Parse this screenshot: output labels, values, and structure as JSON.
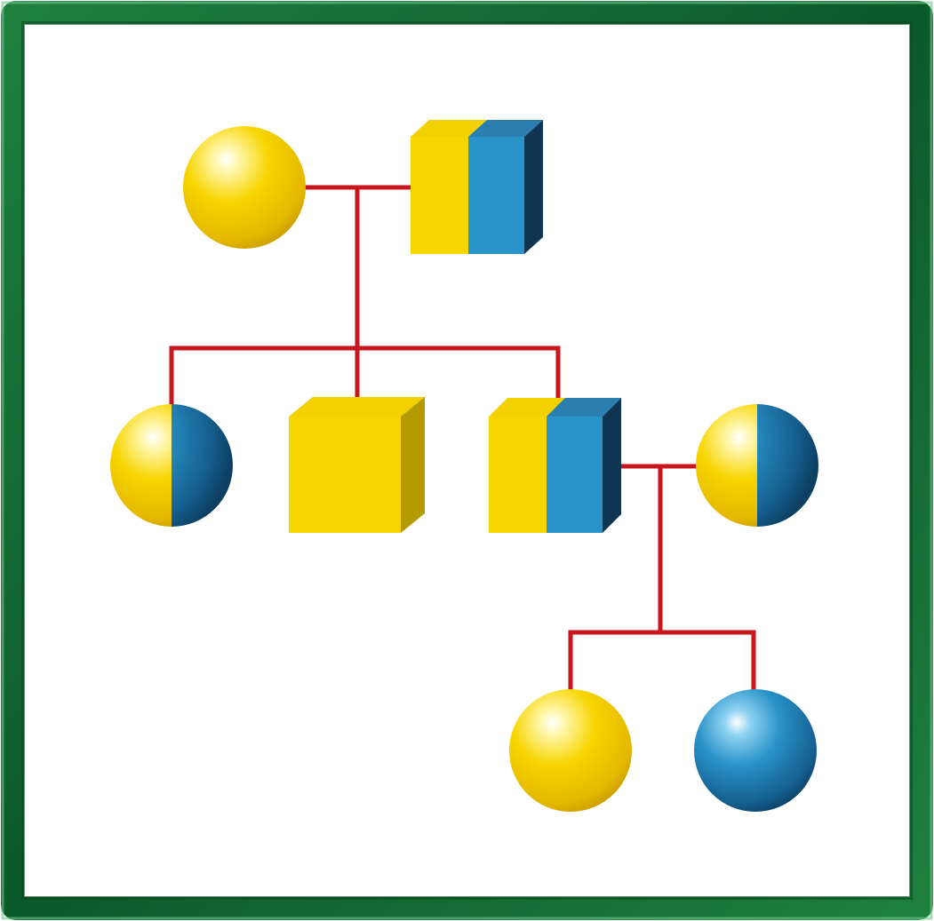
{
  "diagram": {
    "type": "pedigree",
    "colors": {
      "frame_dark": "#0b5a2a",
      "frame_light": "#2e9a52",
      "background": "#ffffff",
      "line": "#c8161d",
      "yellow": "#f7d500",
      "yellow_side": "#b39a00",
      "blue": "#2a93c8",
      "blue_side": "#0f3552"
    },
    "generations": [
      {
        "generation": 1,
        "members": [
          {
            "id": "g1-female",
            "shape": "circle",
            "sex": "female",
            "fill": "yellow"
          },
          {
            "id": "g1-male",
            "shape": "square",
            "sex": "male",
            "fill": "half-yellow-blue"
          }
        ]
      },
      {
        "generation": 2,
        "members": [
          {
            "id": "g2-daughter",
            "shape": "circle",
            "sex": "female",
            "fill": "half-yellow-blue"
          },
          {
            "id": "g2-son-1",
            "shape": "square",
            "sex": "male",
            "fill": "yellow"
          },
          {
            "id": "g2-son-2",
            "shape": "square",
            "sex": "male",
            "fill": "half-yellow-blue"
          },
          {
            "id": "g2-spouse",
            "shape": "circle",
            "sex": "female",
            "fill": "half-yellow-blue"
          }
        ]
      },
      {
        "generation": 3,
        "members": [
          {
            "id": "g3-daughter-1",
            "shape": "circle",
            "sex": "female",
            "fill": "yellow"
          },
          {
            "id": "g3-daughter-2",
            "shape": "circle",
            "sex": "female",
            "fill": "blue"
          }
        ]
      }
    ],
    "relationships": [
      {
        "type": "mating",
        "partners": [
          "g1-female",
          "g1-male"
        ],
        "children": [
          "g2-daughter",
          "g2-son-1",
          "g2-son-2"
        ]
      },
      {
        "type": "mating",
        "partners": [
          "g2-son-2",
          "g2-spouse"
        ],
        "children": [
          "g3-daughter-1",
          "g3-daughter-2"
        ]
      }
    ]
  }
}
